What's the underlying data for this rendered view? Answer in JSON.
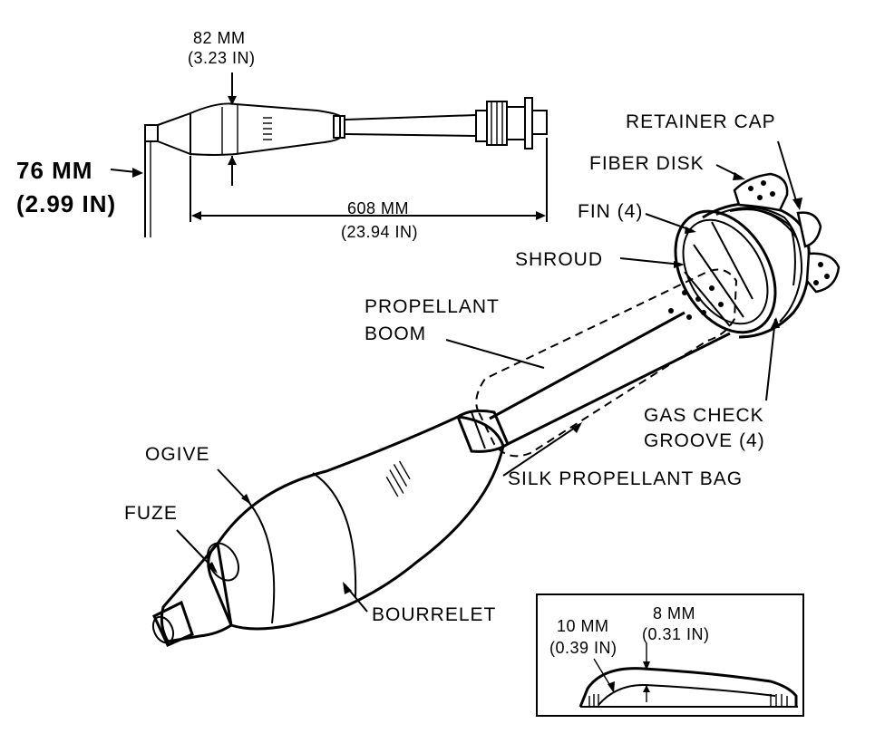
{
  "labels": {
    "retainer_cap": "RETAINER CAP",
    "fiber_disk": "FIBER DISK",
    "fin": "FIN (4)",
    "shroud": "SHROUD",
    "propellant_boom_1": "PROPELLANT",
    "propellant_boom_2": "BOOM",
    "gas_check_1": "GAS CHECK",
    "gas_check_2": "GROOVE (4)",
    "silk_bag": "SILK PROPELLANT BAG",
    "ogive": "OGIVE",
    "fuze": "FUZE",
    "bourrelet": "BOURRELET"
  },
  "dimensions": {
    "diameter_mm": "82 MM",
    "diameter_in": "(3.23 IN)",
    "fuze_mm": "76 MM",
    "fuze_in": "(2.99 IN)",
    "length_mm": "608 MM",
    "length_in": "(23.94 IN)",
    "groove_a_mm": "10 MM",
    "groove_a_in": "(0.39 IN)",
    "groove_b_mm": "8 MM",
    "groove_b_in": "(0.31 IN)"
  }
}
